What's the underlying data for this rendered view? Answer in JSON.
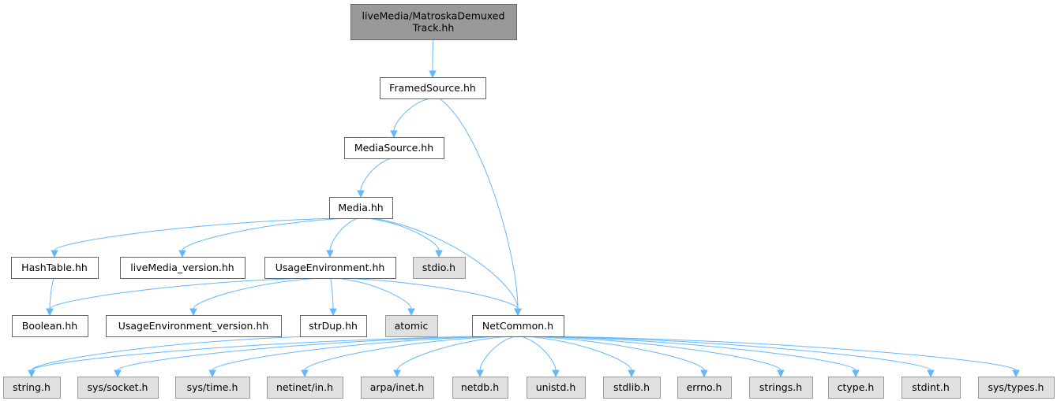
{
  "colors": {
    "edge": "#63b8ff",
    "focus_fill": "#999999",
    "focus_stroke": "#666666",
    "header_fill": "#ffffff",
    "header_stroke": "#666666",
    "system_fill": "#e0e0e0",
    "system_stroke": "#999999"
  },
  "nodes": [
    {
      "id": "matroska",
      "label_lines": [
        "liveMedia/MatroskaDemuxed",
        "Track.hh"
      ],
      "kind": "focus",
      "interactable": false
    },
    {
      "id": "framedsource",
      "label_lines": [
        "FramedSource.hh"
      ],
      "kind": "header",
      "interactable": true
    },
    {
      "id": "mediasource",
      "label_lines": [
        "MediaSource.hh"
      ],
      "kind": "header",
      "interactable": true
    },
    {
      "id": "media",
      "label_lines": [
        "Media.hh"
      ],
      "kind": "header",
      "interactable": true
    },
    {
      "id": "hashtable",
      "label_lines": [
        "HashTable.hh"
      ],
      "kind": "header",
      "interactable": true
    },
    {
      "id": "livemedia_version",
      "label_lines": [
        "liveMedia_version.hh"
      ],
      "kind": "header",
      "interactable": true
    },
    {
      "id": "usageenv",
      "label_lines": [
        "UsageEnvironment.hh"
      ],
      "kind": "header",
      "interactable": true
    },
    {
      "id": "stdio",
      "label_lines": [
        "stdio.h"
      ],
      "kind": "system",
      "interactable": false
    },
    {
      "id": "boolean",
      "label_lines": [
        "Boolean.hh"
      ],
      "kind": "header",
      "interactable": true
    },
    {
      "id": "usageenv_version",
      "label_lines": [
        "UsageEnvironment_version.hh"
      ],
      "kind": "header",
      "interactable": true
    },
    {
      "id": "strdup",
      "label_lines": [
        "strDup.hh"
      ],
      "kind": "header",
      "interactable": true
    },
    {
      "id": "atomic",
      "label_lines": [
        "atomic"
      ],
      "kind": "system",
      "interactable": false
    },
    {
      "id": "netcommon",
      "label_lines": [
        "NetCommon.h"
      ],
      "kind": "header",
      "interactable": true
    },
    {
      "id": "string_h",
      "label_lines": [
        "string.h"
      ],
      "kind": "system",
      "interactable": false
    },
    {
      "id": "sys_socket",
      "label_lines": [
        "sys/socket.h"
      ],
      "kind": "system",
      "interactable": false
    },
    {
      "id": "sys_time",
      "label_lines": [
        "sys/time.h"
      ],
      "kind": "system",
      "interactable": false
    },
    {
      "id": "netinet_in",
      "label_lines": [
        "netinet/in.h"
      ],
      "kind": "system",
      "interactable": false
    },
    {
      "id": "arpa_inet",
      "label_lines": [
        "arpa/inet.h"
      ],
      "kind": "system",
      "interactable": false
    },
    {
      "id": "netdb",
      "label_lines": [
        "netdb.h"
      ],
      "kind": "system",
      "interactable": false
    },
    {
      "id": "unistd",
      "label_lines": [
        "unistd.h"
      ],
      "kind": "system",
      "interactable": false
    },
    {
      "id": "stdlib",
      "label_lines": [
        "stdlib.h"
      ],
      "kind": "system",
      "interactable": false
    },
    {
      "id": "errno",
      "label_lines": [
        "errno.h"
      ],
      "kind": "system",
      "interactable": false
    },
    {
      "id": "strings",
      "label_lines": [
        "strings.h"
      ],
      "kind": "system",
      "interactable": false
    },
    {
      "id": "ctype",
      "label_lines": [
        "ctype.h"
      ],
      "kind": "system",
      "interactable": false
    },
    {
      "id": "stdint",
      "label_lines": [
        "stdint.h"
      ],
      "kind": "system",
      "interactable": false
    },
    {
      "id": "sys_types",
      "label_lines": [
        "sys/types.h"
      ],
      "kind": "system",
      "interactable": false
    }
  ],
  "edges": [
    {
      "from": "matroska",
      "to": "framedsource"
    },
    {
      "from": "framedsource",
      "to": "mediasource"
    },
    {
      "from": "framedsource",
      "to": "netcommon"
    },
    {
      "from": "mediasource",
      "to": "media"
    },
    {
      "from": "media",
      "to": "hashtable"
    },
    {
      "from": "media",
      "to": "livemedia_version"
    },
    {
      "from": "media",
      "to": "usageenv"
    },
    {
      "from": "media",
      "to": "stdio"
    },
    {
      "from": "media",
      "to": "netcommon"
    },
    {
      "from": "hashtable",
      "to": "boolean"
    },
    {
      "from": "usageenv",
      "to": "boolean"
    },
    {
      "from": "usageenv",
      "to": "usageenv_version"
    },
    {
      "from": "usageenv",
      "to": "strdup"
    },
    {
      "from": "usageenv",
      "to": "atomic"
    },
    {
      "from": "usageenv",
      "to": "netcommon"
    },
    {
      "from": "strdup",
      "to": "string_h"
    },
    {
      "from": "netcommon",
      "to": "string_h"
    },
    {
      "from": "netcommon",
      "to": "sys_socket"
    },
    {
      "from": "netcommon",
      "to": "sys_time"
    },
    {
      "from": "netcommon",
      "to": "netinet_in"
    },
    {
      "from": "netcommon",
      "to": "arpa_inet"
    },
    {
      "from": "netcommon",
      "to": "netdb"
    },
    {
      "from": "netcommon",
      "to": "unistd"
    },
    {
      "from": "netcommon",
      "to": "stdlib"
    },
    {
      "from": "netcommon",
      "to": "errno"
    },
    {
      "from": "netcommon",
      "to": "strings"
    },
    {
      "from": "netcommon",
      "to": "ctype"
    },
    {
      "from": "netcommon",
      "to": "stdint"
    },
    {
      "from": "netcommon",
      "to": "sys_types"
    }
  ]
}
